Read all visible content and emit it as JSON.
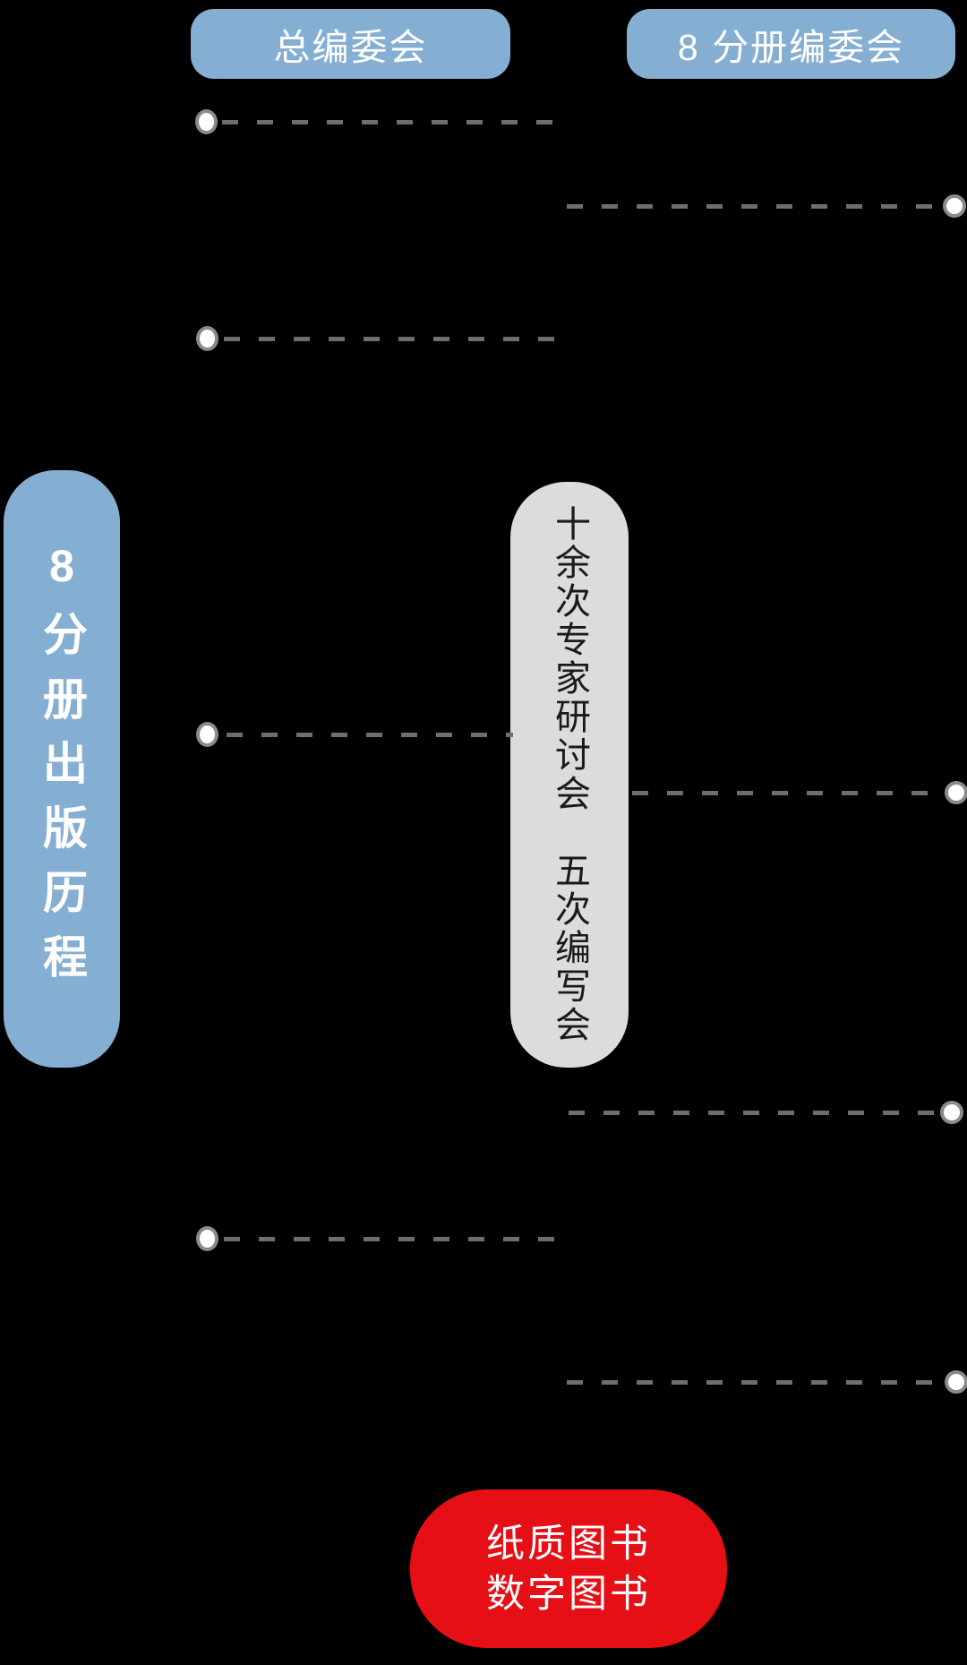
{
  "diagram": {
    "header": {
      "general_committee_label": "总编委会",
      "volume_committee_label": "8 分册编委会"
    },
    "left_banner_label": "8分册出版历程",
    "center_banner_label": "十余次专家研讨会　五次编写会",
    "outcome": {
      "line1": "纸质图书",
      "line2": "数字图书"
    },
    "timeline": {
      "left_track_rows": 4,
      "right_track_rows": 4
    }
  },
  "colors": {
    "background": "#000000",
    "pill_blue": "#85aed3",
    "pill_gray": "#dcdcdc",
    "pill_red": "#e60f15",
    "dash": "#6e6e6e",
    "dot_ring": "#8a8a8a",
    "dot_fill": "#ffffff",
    "text_on_blue": "#ffffff",
    "text_on_gray": "#1a1a1a",
    "text_on_red": "#ffffff"
  }
}
